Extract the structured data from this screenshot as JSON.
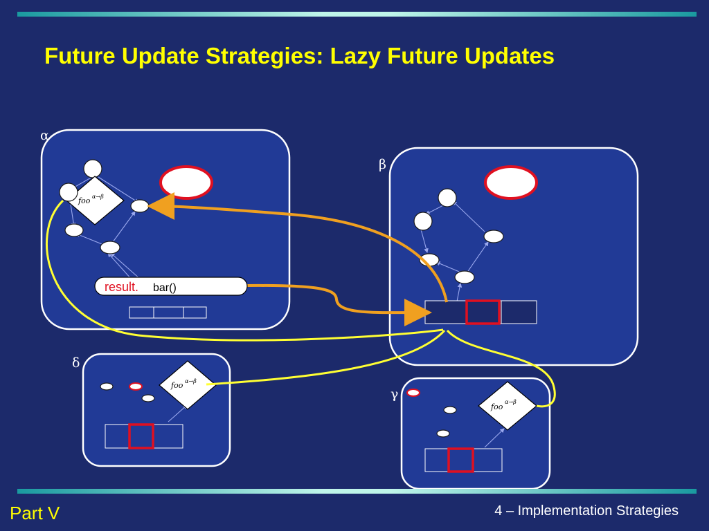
{
  "slide": {
    "title": "Future Update Strategies: Lazy Future Updates",
    "footer_left": "Part V",
    "footer_right": "4 – Implementation Strategies"
  },
  "diagram": {
    "boxes": [
      {
        "id": "alpha",
        "label": "α"
      },
      {
        "id": "beta",
        "label": "β"
      },
      {
        "id": "delta",
        "label": "δ"
      },
      {
        "id": "gamma",
        "label": "γ"
      }
    ],
    "foo_label": "foo",
    "foo_superscript": "α→β",
    "call_result": "result.",
    "call_method": "bar()"
  },
  "colors": {
    "background": "#1c2a6b",
    "box_fill": "#213a96",
    "title": "#ffff00",
    "future_highlight": "#e01020",
    "remote_link": "#ffff33",
    "update_arrow": "#f0a020"
  }
}
